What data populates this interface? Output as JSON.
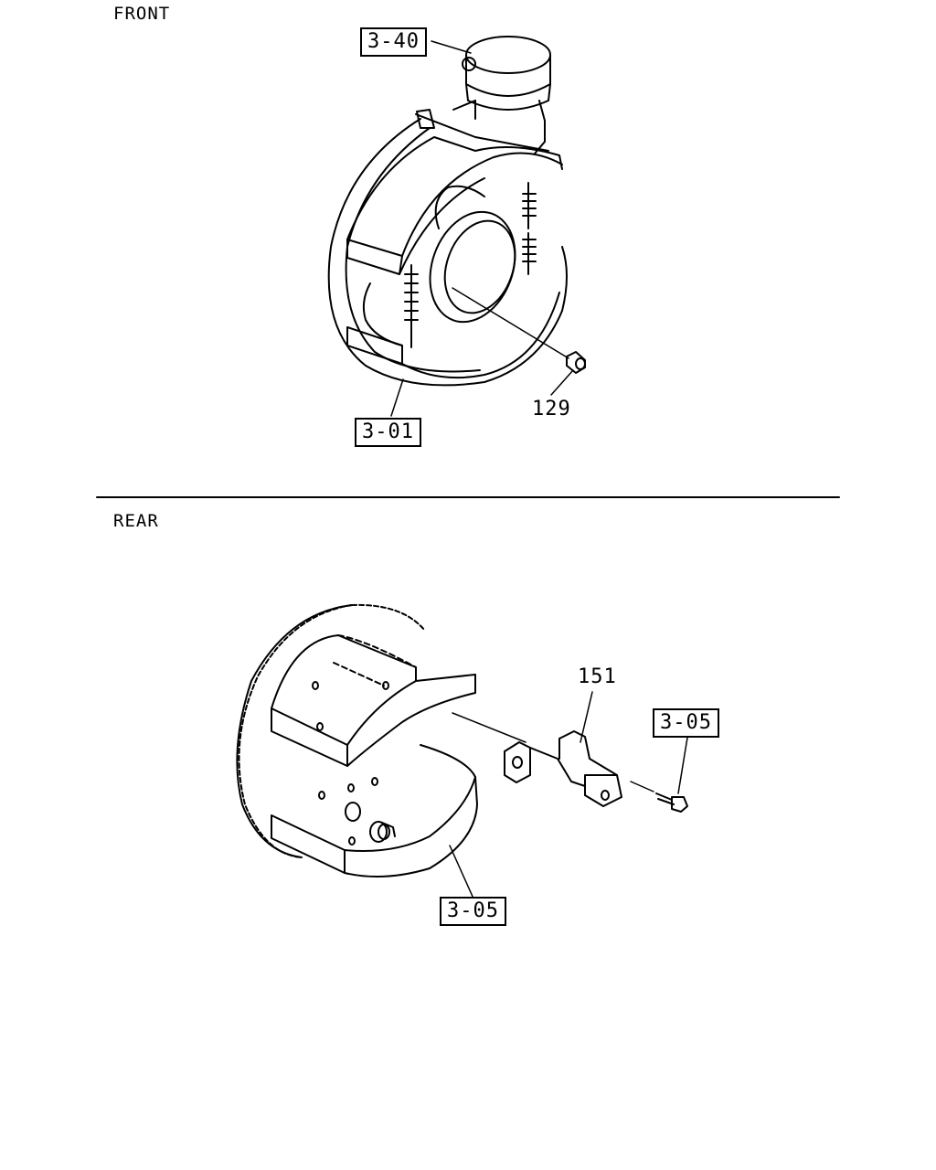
{
  "sections": {
    "front": {
      "title": "FRONT"
    },
    "rear": {
      "title": "REAR"
    }
  },
  "callouts": {
    "front_chamber": "3-40",
    "front_assembly": "3-01",
    "front_bushing": "129",
    "rear_bracket": "151",
    "rear_bolt": "3-05",
    "rear_assembly": "3-05"
  },
  "colors": {
    "line": "#000000",
    "background": "#ffffff"
  }
}
